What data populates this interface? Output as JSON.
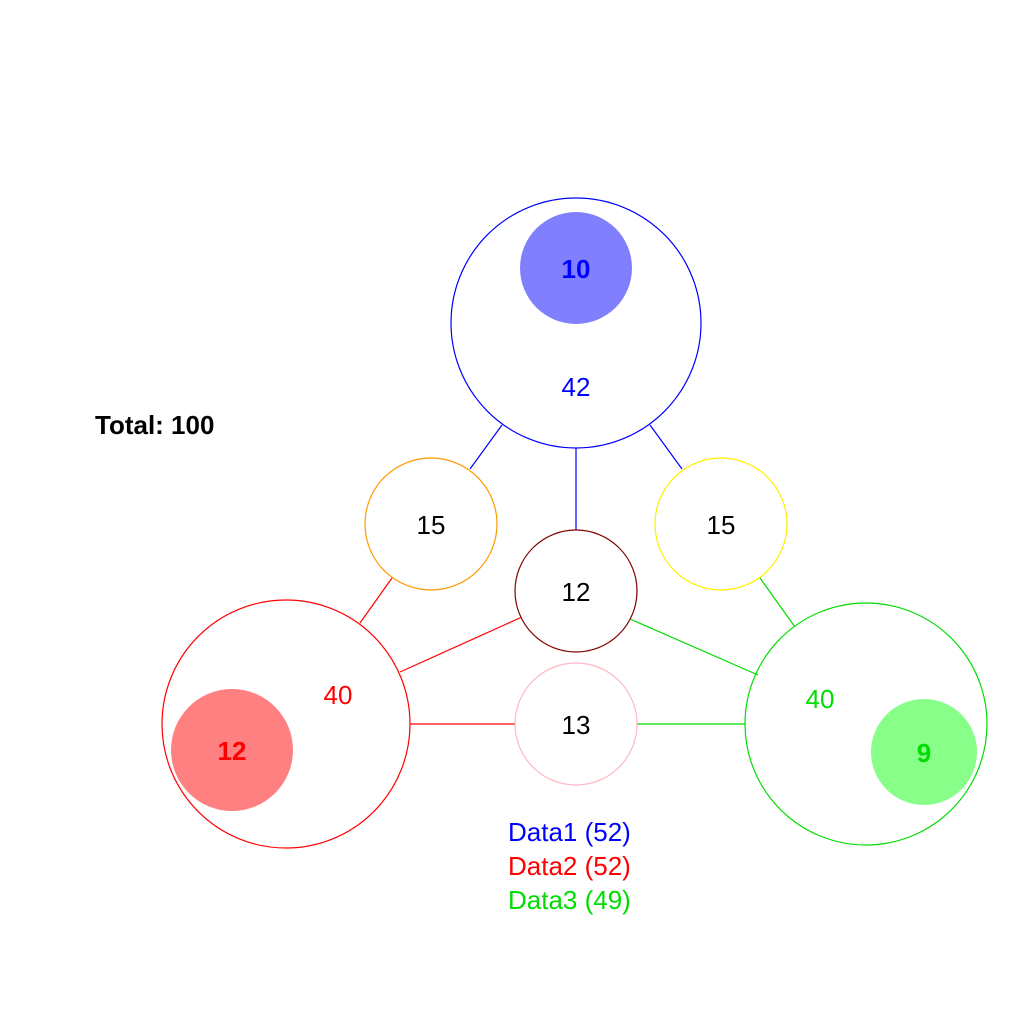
{
  "total": {
    "label": "Total:  100"
  },
  "sets": {
    "data1": {
      "count": "42",
      "unique": "10",
      "color": "#0000ff",
      "fill": "#8080ff"
    },
    "data2": {
      "count": "40",
      "unique": "12",
      "color": "#ff0000",
      "fill": "#ff8080"
    },
    "data3": {
      "count": "40",
      "unique": "9",
      "color": "#00dd00",
      "fill": "#88ff88"
    }
  },
  "overlaps": {
    "data1_data2": {
      "value": "15",
      "color": "#ff9900"
    },
    "data1_data3": {
      "value": "15",
      "color": "#ffee00"
    },
    "data1_data2_data3": {
      "value": "12",
      "color": "#800000"
    },
    "data2_data3": {
      "value": "13",
      "color": "#ffb6c1"
    }
  },
  "legend": {
    "data1": {
      "label": "Data1 (52)",
      "color": "#0000ff"
    },
    "data2": {
      "label": "Data2 (52)",
      "color": "#ff0000"
    },
    "data3": {
      "label": "Data3 (49)",
      "color": "#00dd00"
    }
  }
}
